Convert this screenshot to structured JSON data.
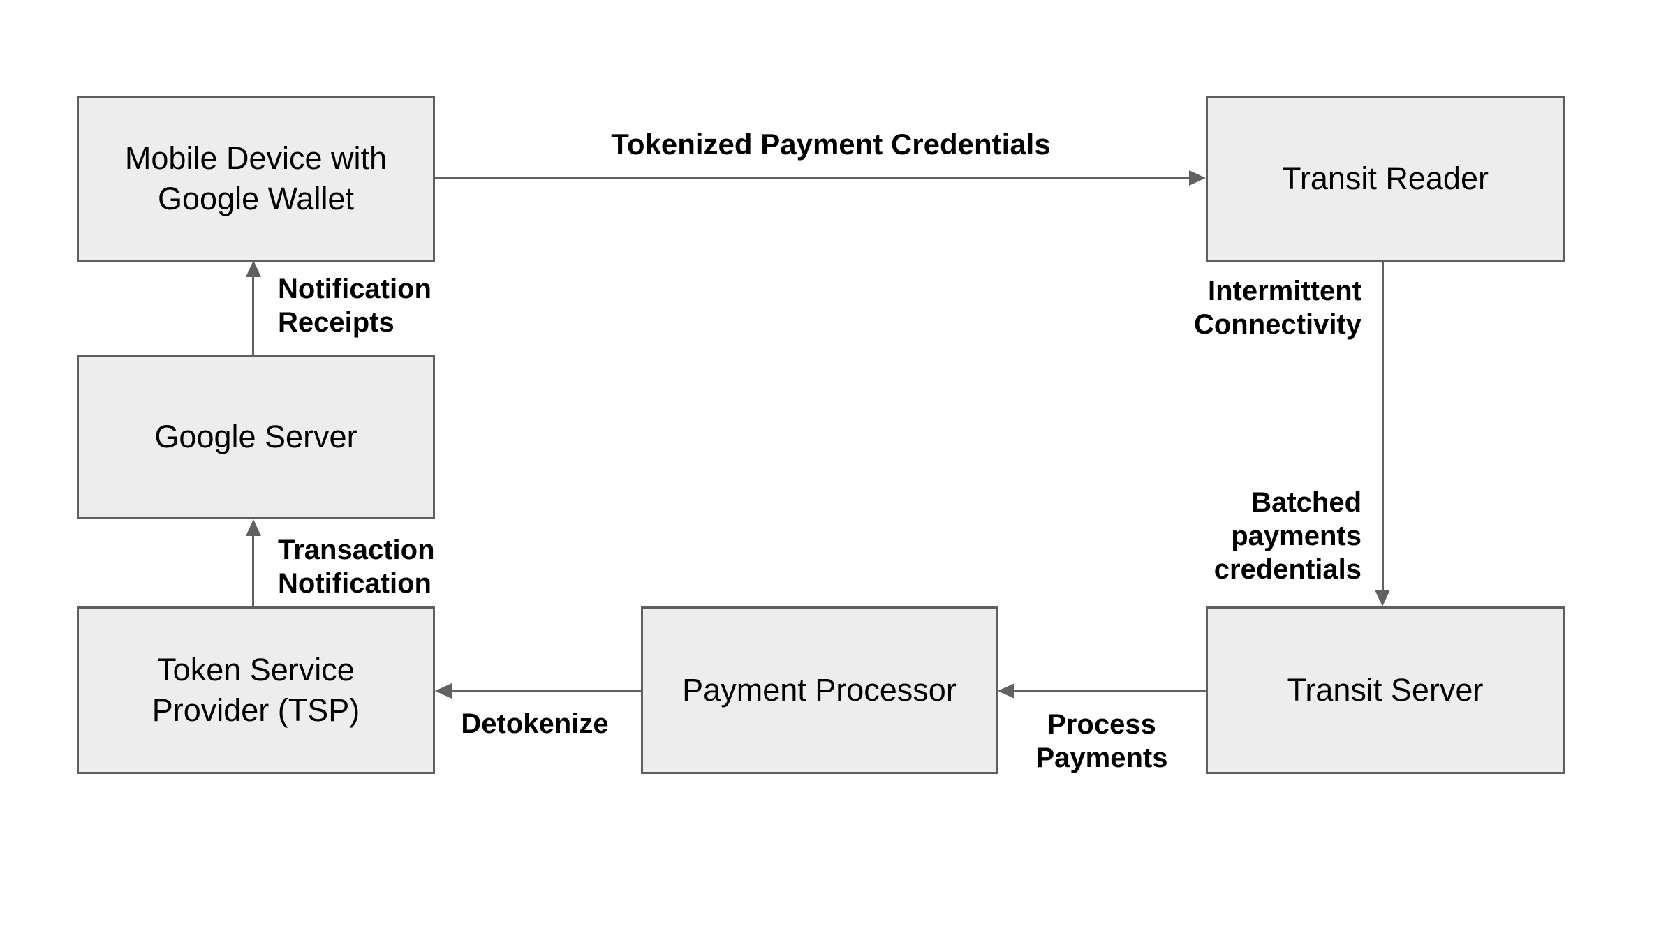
{
  "theme": {
    "bg": "#ffffff",
    "node_fill": "#ededed",
    "node_border": "#5f5f5f",
    "arrow": "#616161",
    "ink": "#000000"
  },
  "nodes": {
    "mobile_device": {
      "label": "Mobile Device with\nGoogle Wallet"
    },
    "transit_reader": {
      "label": "Transit Reader"
    },
    "google_server": {
      "label": "Google Server"
    },
    "token_service_provider": {
      "label": "Token Service\nProvider (TSP)"
    },
    "payment_processor": {
      "label": "Payment Processor"
    },
    "transit_server": {
      "label": "Transit Server"
    }
  },
  "edges": {
    "wallet_to_reader": {
      "from": "mobile_device",
      "to": "transit_reader",
      "direction": "right",
      "label": "Tokenized Payment Credentials"
    },
    "reader_to_transit_server": {
      "from": "transit_reader",
      "to": "transit_server",
      "direction": "down",
      "label_upper": "Intermittent\nConnectivity",
      "label_lower": "Batched\npayments\ncredentials"
    },
    "transit_server_to_processor": {
      "from": "transit_server",
      "to": "payment_processor",
      "direction": "left",
      "label": "Process\nPayments"
    },
    "processor_to_tsp": {
      "from": "payment_processor",
      "to": "token_service_provider",
      "direction": "left",
      "label": "Detokenize"
    },
    "tsp_to_google": {
      "from": "token_service_provider",
      "to": "google_server",
      "direction": "up",
      "label": "Transaction\nNotification"
    },
    "google_to_wallet": {
      "from": "google_server",
      "to": "mobile_device",
      "direction": "up",
      "label": "Notification\nReceipts"
    }
  }
}
